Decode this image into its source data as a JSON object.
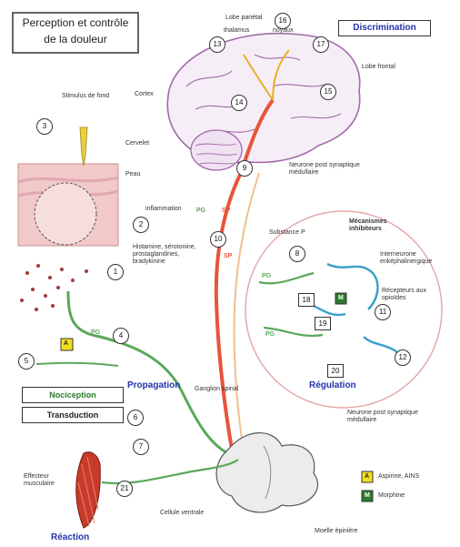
{
  "title": {
    "line1": "Perception et contrôle",
    "line2": "de la douleur"
  },
  "sections": {
    "discrimination": "Discrimination",
    "propagation": "Propagation",
    "regulation": "Régulation",
    "reaction": "Réaction"
  },
  "boxes": {
    "nociception": "Nociception",
    "transduction": "Transduction"
  },
  "labels": {
    "lobe_parietal": "Lobe pariétal",
    "thalamus": "thalamus",
    "noyaux": "noyaux",
    "lobe_frontal": "Lobe frontal",
    "cortex": "Cortex",
    "cervelet": "Cervelet",
    "stimulus": "Stimulus de fond",
    "peau": "Peau",
    "inflammation": "inflammation",
    "neurone_post": "Neurone post synaptique médullaire",
    "substances": "Histamine, sérotonine, prostaglandines, bradykinine",
    "substance_p": "Substance P",
    "mecanismes": "Mécanismes inhibiteurs",
    "interneurone": "Interneurone enképhalinergique",
    "recepteurs": "Récepteurs aux opioïdes",
    "ganglion": "Ganglion spinal",
    "neurone_post2": "Neurone post synaptique médullaire",
    "effecteur": "Effecteur musculaire",
    "cellule": "Cellule ventrale",
    "moelle": "Moelle épinière",
    "legend_a": "Aspirine, AINS",
    "legend_m": "Morphine"
  },
  "tags": {
    "pg": "PG",
    "sp": "SP",
    "a": "A",
    "m": "M"
  },
  "numbers": [
    "1",
    "2",
    "3",
    "4",
    "5",
    "6",
    "7",
    "8",
    "9",
    "10",
    "11",
    "12",
    "13",
    "14",
    "15",
    "16",
    "17",
    "18",
    "19",
    "20",
    "21"
  ],
  "colors": {
    "pain_path": "#e8543a",
    "nerve_green": "#5aa85a",
    "neuron_blue": "#3aa0c8",
    "brain_purple": "#a06aa8",
    "legend_a_fill": "#f0e020",
    "legend_m_fill": "#2d7a2d",
    "section_blue": "#2233aa"
  }
}
